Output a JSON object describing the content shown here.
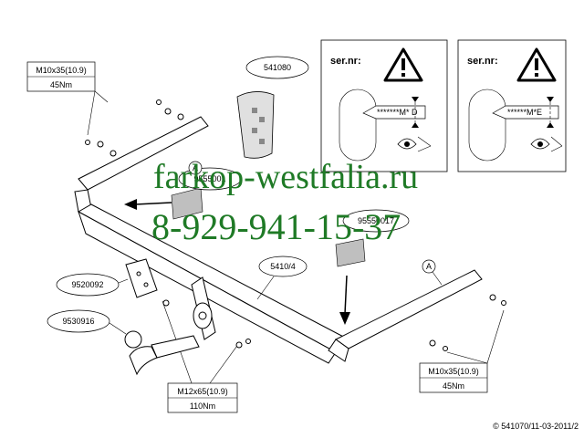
{
  "torque_top_left": {
    "bolt": "M10x35(10.9)",
    "torque": "45Nm"
  },
  "torque_bottom_right": {
    "bolt": "M10x35(10.9)",
    "torque": "45Nm"
  },
  "torque_bottom": {
    "bolt": "M12x65(10.9)",
    "torque": "110Nm"
  },
  "parts": {
    "wiring_kit": "541080",
    "top_bracket": "9555001",
    "plate": "95550017",
    "crossbar": "5410/4",
    "bracket": "9520092",
    "ball": "9530916"
  },
  "marker_a": "A",
  "serial_panels": [
    {
      "title": "ser.nr:",
      "code": "*******M* D"
    },
    {
      "title": "ser.nr:",
      "code": "******M*E"
    }
  ],
  "watermark": {
    "site": "farkop-westfalia.ru",
    "phone": "8-929-941-15-37"
  },
  "footer": "© 541070/11-03-2011/2",
  "colors": {
    "watermark": "#1f7a26"
  }
}
